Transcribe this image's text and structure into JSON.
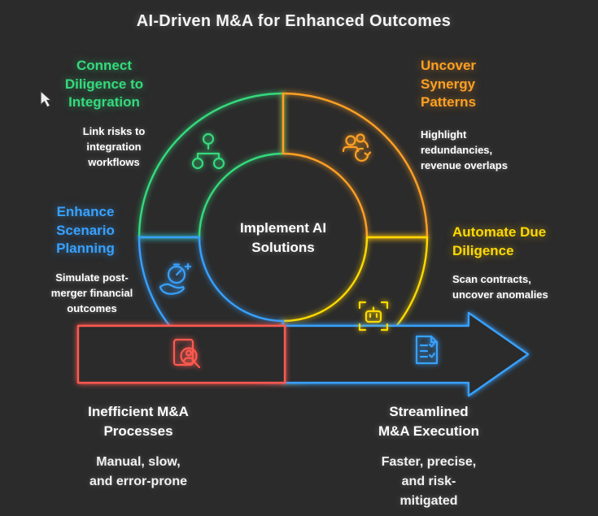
{
  "title": "AI-Driven M&A for Enhanced Outcomes",
  "center": {
    "label": "Implement AI\nSolutions"
  },
  "segments": {
    "connect": {
      "title": "Connect\nDiligence to\nIntegration",
      "desc": "Link risks to\nintegration\nworkflows",
      "color": "#35da7d",
      "icon": "hierarchy-icon"
    },
    "uncover": {
      "title": "Uncover\nSynergy\nPatterns",
      "desc": "Highlight\nredundancies,\nrevenue overlaps",
      "color": "#ffa024",
      "icon": "people-sync-icon"
    },
    "automate": {
      "title": "Automate Due\nDiligence",
      "desc": "Scan contracts,\nuncover anomalies",
      "color": "#ffd900",
      "icon": "robot-scan-icon"
    },
    "enhance": {
      "title": "Enhance\nScenario\nPlanning",
      "desc": "Simulate post-\nmerger financial\noutcomes",
      "color": "#38a1ff",
      "icon": "stopwatch-hand-icon"
    }
  },
  "bottom": {
    "inefficient": {
      "title": "Inefficient M&A\nProcesses",
      "desc": "Manual, slow,\nand error-prone",
      "color": "#ff5950",
      "icon": "document-magnifier-icon"
    },
    "streamlined": {
      "title": "Streamlined\nM&A Execution",
      "desc": "Faster, precise,\nand risk-\nmitigated",
      "color": "#38a1ff",
      "icon": "checklist-icon"
    }
  },
  "colors": {
    "background": "#2b2b2b",
    "green": "#35da7d",
    "orange": "#ffa024",
    "yellow": "#ffd900",
    "blue": "#38a1ff",
    "red": "#ff5950",
    "text": "#ffffff"
  }
}
